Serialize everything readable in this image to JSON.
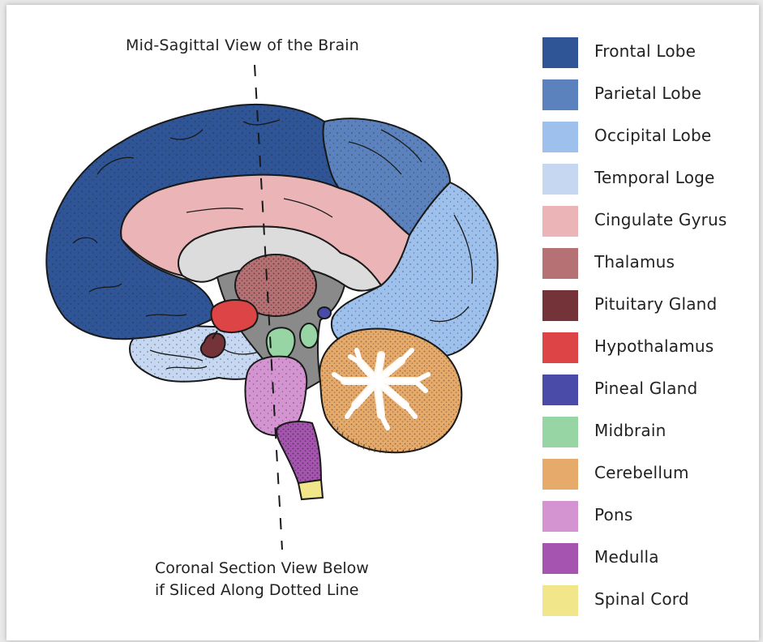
{
  "title": "Mid-Sagittal View of the Brain",
  "caption": {
    "line1": "Coronal Section View Below",
    "line2": "if Sliced Along Dotted Line"
  },
  "legend": [
    {
      "label": "Frontal Lobe",
      "color": "#2f5597"
    },
    {
      "label": "Parietal Lobe",
      "color": "#5b82bd"
    },
    {
      "label": "Occipital Lobe",
      "color": "#9dc0ec"
    },
    {
      "label": "Temporal Loge",
      "color": "#c6d7f1"
    },
    {
      "label": "Cingulate Gyrus",
      "color": "#ebb5b8"
    },
    {
      "label": "Thalamus",
      "color": "#b67174"
    },
    {
      "label": "Pituitary Gland",
      "color": "#733338"
    },
    {
      "label": "Hypothalamus",
      "color": "#dd4446"
    },
    {
      "label": "Pineal Gland",
      "color": "#4a4aa8"
    },
    {
      "label": "Midbrain",
      "color": "#98d5a5"
    },
    {
      "label": "Cerebellum",
      "color": "#e6aa6a"
    },
    {
      "label": "Pons",
      "color": "#d494d2"
    },
    {
      "label": "Medulla",
      "color": "#a554af"
    },
    {
      "label": "Spinal Cord",
      "color": "#f1e68a"
    }
  ]
}
